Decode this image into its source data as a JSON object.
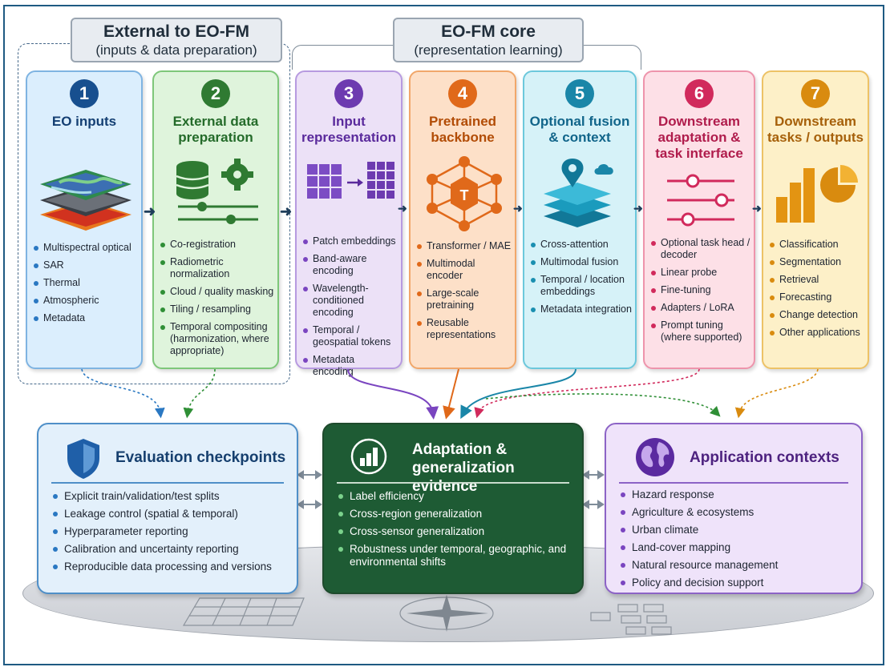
{
  "groups": {
    "external": {
      "title": "External to EO-FM",
      "subtitle": "(inputs & data preparation)"
    },
    "core": {
      "title": "EO-FM core",
      "subtitle": "(representation learning)"
    }
  },
  "columns": [
    {
      "num": "1",
      "title": "EO inputs",
      "icon": "layered-maps-icon",
      "items": [
        "Multispectral optical",
        "SAR",
        "Thermal",
        "Atmospheric",
        "Metadata"
      ]
    },
    {
      "num": "2",
      "title": "External data preparation",
      "icon": "database-gear-icon",
      "items": [
        "Co-registration",
        "Radiometric normalization",
        "Cloud / quality masking",
        "Tiling / resampling",
        "Temporal compositing (harmonization, where appropriate)"
      ]
    },
    {
      "num": "3",
      "title": "Input representation",
      "icon": "patch-grid-icon",
      "items": [
        "Patch embeddings",
        "Band-aware encoding",
        "Wavelength-conditioned encoding",
        "Temporal / geospatial tokens",
        "Metadata encoding"
      ]
    },
    {
      "num": "4",
      "title": "Pretrained backbone",
      "icon": "transformer-network-icon",
      "items": [
        "Transformer / MAE",
        "Multimodal encoder",
        "Large-scale pretraining",
        "Reusable representations"
      ]
    },
    {
      "num": "5",
      "title": "Optional fusion & context",
      "icon": "location-layers-icon",
      "items": [
        "Cross-attention",
        "Multimodal fusion",
        "Temporal / location embeddings",
        "Metadata integration"
      ]
    },
    {
      "num": "6",
      "title": "Downstream adaptation & task interface",
      "icon": "sliders-icon",
      "items": [
        "Optional task head / decoder",
        "Linear probe",
        "Fine-tuning",
        "Adapters / LoRA",
        "Prompt tuning (where supported)"
      ]
    },
    {
      "num": "7",
      "title": "Downstream tasks / outputs",
      "icon": "bar-pie-chart-icon",
      "items": [
        "Classification",
        "Segmentation",
        "Retrieval",
        "Forecasting",
        "Change detection",
        "Other applications"
      ]
    }
  ],
  "backbone_letter": "T",
  "bottom": {
    "evaluation": {
      "title": "Evaluation checkpoints",
      "icon": "shield-icon",
      "items": [
        "Explicit train/validation/test splits",
        "Leakage control (spatial & temporal)",
        "Hyperparameter reporting",
        "Calibration and uncertainty reporting",
        "Reproducible data processing and versions"
      ]
    },
    "adaptation": {
      "title_line1": "Adaptation &",
      "title_line2": "generalization evidence",
      "icon": "bar-chart-icon",
      "items": [
        "Label efficiency",
        "Cross-region generalization",
        "Cross-sensor generalization",
        "Robustness under temporal, geographic, and environmental shifts"
      ]
    },
    "applications": {
      "title": "Application contexts",
      "icon": "globe-icon",
      "items": [
        "Hazard response",
        "Agriculture & ecosystems",
        "Urban climate",
        "Land-cover mapping",
        "Natural resource management",
        "Policy and decision support"
      ]
    }
  },
  "colors": {
    "border": "#1e5a82",
    "col1": "#174f8f",
    "col2": "#2f7a32",
    "col3": "#6d3bb0",
    "col4": "#e0691a",
    "col5": "#1a86a8",
    "col6": "#d12a5c",
    "col7": "#d98b0f"
  }
}
